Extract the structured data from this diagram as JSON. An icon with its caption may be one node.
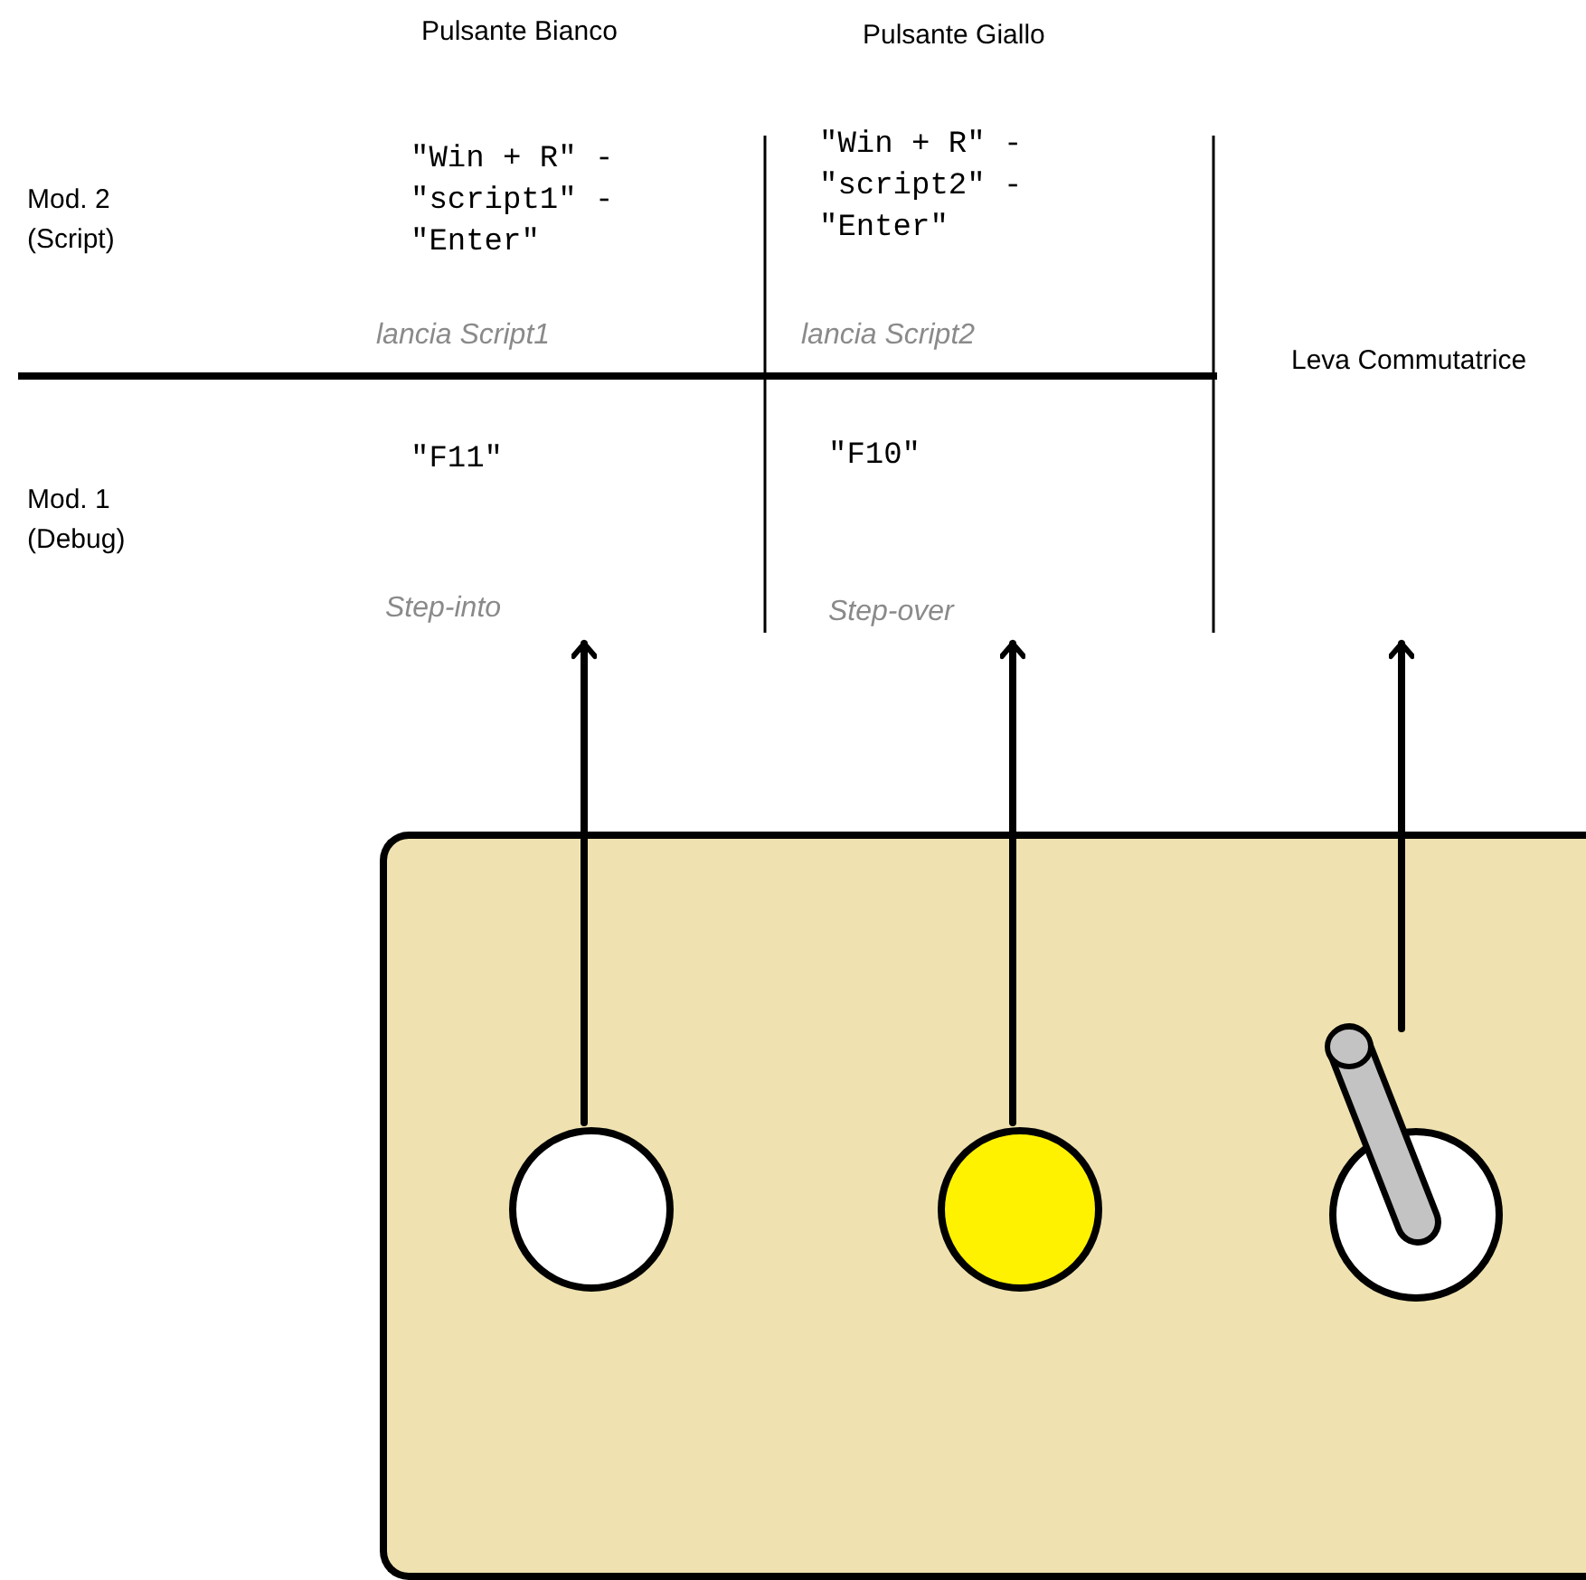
{
  "diagram": {
    "nodes": [
      {
        "text": [],
        "shape": "box"
      },
      {
        "text": [],
        "shape": "circle",
        "in": 0
      },
      {
        "text": [],
        "shape": "circle",
        "in": 0
      },
      {
        "text": [],
        "shape": "lever",
        "in": 0
      }
    ],
    "edges": [
      {
        "from": 1,
        "to": null,
        "arrow": "to"
      },
      {
        "from": 2,
        "to": null,
        "arrow": "to"
      },
      {
        "from": 3,
        "to": null,
        "arrow": "to"
      }
    ],
    "labels": [
      "Pulsante Bianco",
      "Pulsante Giallo",
      "Mod. 2 (Script)",
      "\"Win + R\" - \"script1\" - \"Enter\"",
      "\"Win + R\" - \"script2\" - \"Enter\"",
      "lancia Script1",
      "lancia Script2",
      "Leva Commutatrice",
      "\"F11\"",
      "\"F10\"",
      "Mod. 1 (Debug)",
      "Step-into",
      "Step-over"
    ]
  }
}
